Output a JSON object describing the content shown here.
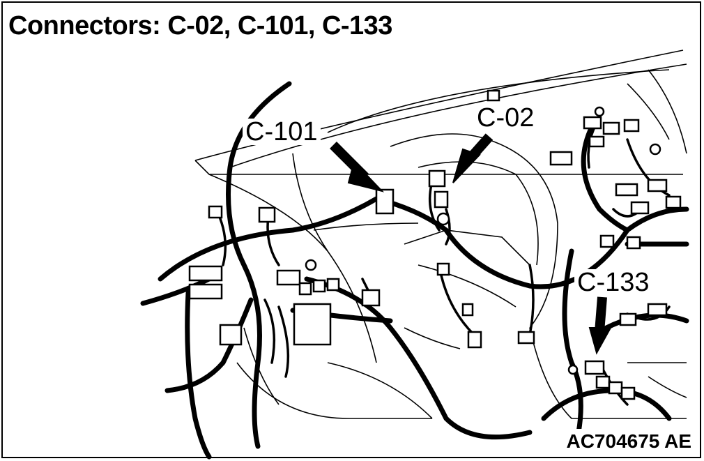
{
  "title": "Connectors: C-02, C-101, C-133",
  "labels": {
    "c101": "C-101",
    "c02": "C-02",
    "c133": "C-133"
  },
  "figure_code": "AC704675 AE",
  "colors": {
    "ink": "#000000",
    "paper": "#ffffff"
  }
}
